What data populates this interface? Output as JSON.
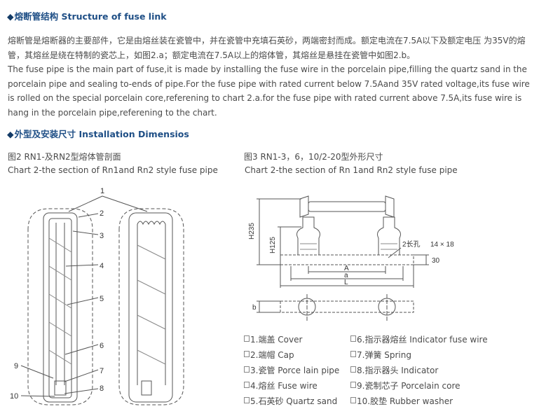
{
  "sections": {
    "structure_heading_cn": "熔断管结构",
    "structure_heading_en": "Structure of fuse link",
    "install_heading_cn": "外型及安装尺寸",
    "install_heading_en": "Installation Dimensios"
  },
  "paragraphs": {
    "cn": "熔断管是熔断器的主要部件，它是由熔丝装在瓷管中，并在瓷管中充填石英砂，两端密封而成。额定电流在7.5A以下及额定电压 为35V的熔管，其熔丝是绕在特制的瓷芯上，如图2.a；额定电流在7.5A以上的熔体管，其熔丝是悬挂在瓷管中如图2.b。",
    "en": "The fuse pipe is the main part of fuse,it is made by installing the fuse wire in the porcelain pipe,filling the quartz sand in the porcelain pipe and sealing to-ends of pipe.For the fuse pipe with rated current below 7.5Aand 35V rated voltage,its fuse wire is rolled on the special porcelain core,referening to chart 2.a.for the fuse pipe with rated current above 7.5A,its fuse wire is hang in the porcelain pipe,referening to the chart."
  },
  "captions": {
    "left_cn": "图2 RN1-及RN2型熔体管剖面",
    "left_en": "Chart 2-the section of Rn1and Rn2 style fuse pipe",
    "right_cn": "图3 RN1-3，6，10/2-20型外形尺寸",
    "right_en": "Chart 2-the section of Rn 1and Rn2 style fuse pipe"
  },
  "figure_left_labels": [
    "1",
    "2",
    "3",
    "4",
    "5",
    "6",
    "7",
    "8",
    "9",
    "10"
  ],
  "figure_right_labels": {
    "h235": "H235",
    "h125": "H125",
    "hole": "2长孔",
    "hole_size": "14 × 18",
    "dim30": "30",
    "A": "A",
    "a": "a",
    "L": "L",
    "b": "b"
  },
  "legend": [
    {
      "text": "1.端盖 Cover"
    },
    {
      "text": "2.端帽 Cap"
    },
    {
      "text": "3.瓷管 Porce lain pipe"
    },
    {
      "text": "4.熔丝 Fuse wire"
    },
    {
      "text": "5.石英砂 Quartz sand"
    },
    {
      "text": "6.指示器熔丝 Indicator fuse wire"
    },
    {
      "text": "7.弹簧 Spring"
    },
    {
      "text": "8.指示器头 Indicator"
    },
    {
      "text": "9.瓷制芯子 Porcelain core"
    },
    {
      "text": "10.胶垫 Rubber washer"
    }
  ],
  "colors": {
    "heading": "#1f4f86",
    "text": "#4a4a4a",
    "drawing": "#555555"
  }
}
